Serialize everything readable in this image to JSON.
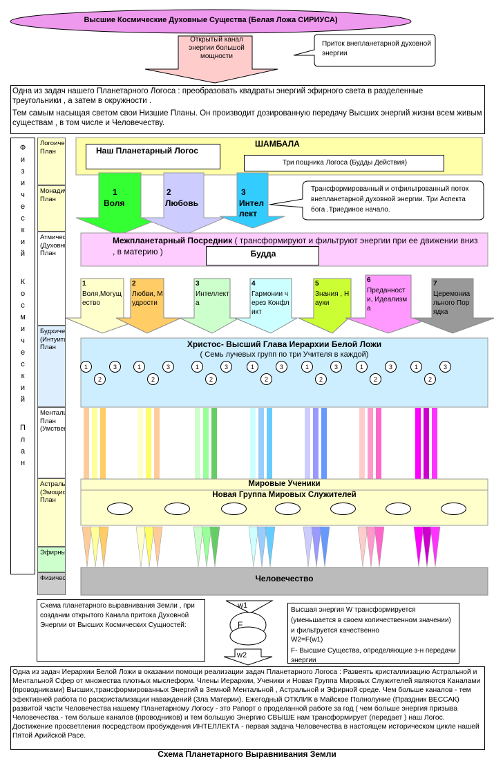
{
  "title": "Высшие Космические Духовные Существа (Белая Ложа СИРИУСА)",
  "channel_label": "Открытый канал энергии большой мощности",
  "inflow_callout": "Приток внепланетарной духовной энергии",
  "task_text_1": "Одна из задач нашего Планетарного Логоса : преобразовать квадраты энергий эфирного света в разделенные треугольники , а затем в окружности .",
  "task_text_2": "Тем самым насыщая светом свои Низшие Планы. Он производит дозированную передачу Высших энергий жизни всем живым существам , в том числе и Человечеству.",
  "vertical_title": [
    "Ф",
    "и",
    "з",
    "и",
    "ч",
    "е",
    "с",
    "к",
    "и",
    "й",
    "",
    "К",
    "о",
    "с",
    "м",
    "и",
    "ч",
    "е",
    "с",
    "к",
    "и",
    "й",
    "",
    "П",
    "л",
    "а",
    "н"
  ],
  "planes": [
    {
      "name": "Логоический План",
      "color": "#ffffcc"
    },
    {
      "name": "Монадический План",
      "color": "#ffffcc"
    },
    {
      "name": "Атмический (Духовный) План",
      "color": "#ffffff"
    },
    {
      "name": "Будхический (Интуитивный) План",
      "color": "#ddeeff"
    },
    {
      "name": "Ментальный План (Умственный)",
      "color": "#ffffff"
    },
    {
      "name": "Астральный (Эмоциональный) План",
      "color": "#ffffcc"
    },
    {
      "name": "Эфирный",
      "color": "#ccffcc"
    },
    {
      "name": "Физический",
      "color": "#cccccc"
    }
  ],
  "shambala": "ШАМБАЛА",
  "logos": "Наш Планетарный Логос",
  "three_followers": "Три пощника Логоса (Будды Действия)",
  "aspects": [
    {
      "num": "1",
      "name": "Воля",
      "color": "#33ff33"
    },
    {
      "num": "2",
      "name": "Любовь",
      "color": "#ccccff"
    },
    {
      "num": "3",
      "name": "Интел лект",
      "color": "#33ccff"
    }
  ],
  "transformed_callout": "Трансформированный и отфильтрованный поток внепланетарной духовной энергии. Три Аспекта бога .Триединое начало.",
  "mediator_bold": "Межпланетарный Посредник",
  "mediator_rest": " ( трансформируют и фильтруют энергии при ее движении вниз , в материю )",
  "buddha": "Будда",
  "rays": [
    {
      "num": "1",
      "text": "Воля,Могущество",
      "color": "#ffffcc"
    },
    {
      "num": "2",
      "text": "Любви, Мудрости",
      "color": "#ffcc66"
    },
    {
      "num": "3",
      "text": "Интеллекта",
      "color": "#ccffcc"
    },
    {
      "num": "4",
      "text": "Гармонии через Конфликт",
      "color": "#ccffff"
    },
    {
      "num": "5",
      "text": "Знания , Науки",
      "color": "#ccff33"
    },
    {
      "num": "6",
      "text": "Преданности, Идеализма",
      "color": "#ff99ff"
    },
    {
      "num": "7",
      "text": "Церемониального Порядка",
      "color": "#999999"
    }
  ],
  "christ_title": "Христос- Высший Глава Иерархии Белой Ложи",
  "christ_sub": "( Семь лучевых групп по три Учителя в каждой)",
  "circle_labels": [
    "1",
    "2",
    "3"
  ],
  "channel_colors": [
    [
      "#ffcc99",
      "#ffff99",
      "#ffcc66"
    ],
    [
      "#ffffcc",
      "#ffff66",
      "#ffcc99"
    ],
    [
      "#ccffcc",
      "#99ff99",
      "#66cc66"
    ],
    [
      "#ccffff",
      "#99ccff",
      "#66ccff"
    ],
    [
      "#ccccff",
      "#9999ff",
      "#6699ff"
    ],
    [
      "#ffcccc",
      "#ff99cc",
      "#ff66cc"
    ],
    [
      "#ff00ff",
      "#cc00cc",
      "#ff33ff"
    ]
  ],
  "world_disciples": "Мировые Ученики",
  "new_group": "Новая Группа Мировых Служителей",
  "humanity": "Человечество",
  "scheme_caption": "Схема планетарного выравнивания Земли , при создании открытого Канала притока Духовной Энергии от Высших Космических Сущностей:",
  "w1": "w1",
  "f": "F",
  "w2": "w2",
  "formula_text_1": "Высшая энергия W трансформируется (уменьшается в своем количественном значении) и фильтруется качественно",
  "formula": "W2=F(w1)",
  "formula_text_2": "F- Высшие Существа, определяющие з-н передачи энергии",
  "bottom_text": "Одна из задач Иерархии Белой Ложи в оказании помощи реализации задач Планетарного Логоса : Развеять кристаллизацию Астральной и Ментальной Сфер от множества плотных мыслеформ. Члены Иерархии, Ученики и Новая Группа Мировых Служителей являются Каналами (проводниками) Высших,трансформированных Энергий в Земной Ментальной , Астральной и Эфирной среде. Чем больше каналов - тем эфективней работа по раскристализации наваждений (Зла Материи). Ежегодный ОТКЛИК в Майское Полнолуние (Праздник ВЕССАК) развитой части Человечества нашему Планетарному Логосу - это Рапорт о проделанной работе за год ( чем больше энергия призыва Человечества - тем больше каналов (проводников) и тем большую Энергию СВЫШЕ нам трансформирует (передает ) наш Логос. Достижение просветления посредством пробуждения ИНТЕЛЛЕКТА - первая задача Человечества в настоящем историческом цикле нашей Пятой Арийской Расе.",
  "footer_title": "Схема Планетарного Выравнивания Земли"
}
